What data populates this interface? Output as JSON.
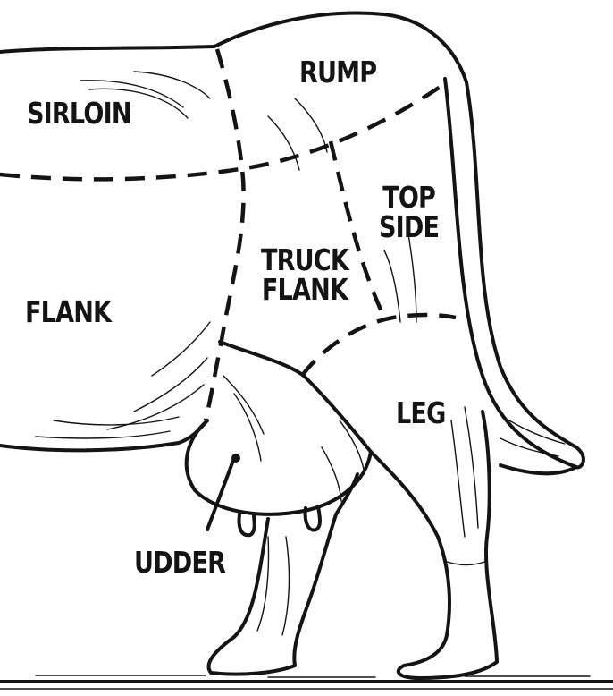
{
  "colors": {
    "ink": "#141414",
    "paper": "#ffffff"
  },
  "labels": {
    "rump": "RUMP",
    "sirloin": "SIRLOIN",
    "top_side": [
      "TOP",
      "SIDE"
    ],
    "truck_flank": [
      "TRUCK",
      "FLANK"
    ],
    "flank": "FLANK",
    "leg": "LEG",
    "udder": "UDDER"
  }
}
